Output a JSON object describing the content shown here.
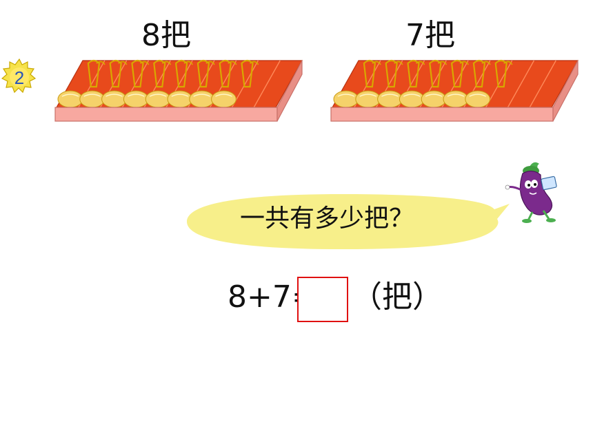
{
  "problem": {
    "number": "2",
    "left_group_label": "8把",
    "right_group_label": "7把",
    "left_count": 8,
    "right_count": 7,
    "slots_per_tray": 10
  },
  "speech": {
    "question": "一共有多少把？"
  },
  "equation": {
    "expression": "8+7=",
    "answer": "",
    "unit": "（把）"
  },
  "colors": {
    "tray_outer": "#f7a8a0",
    "tray_inner": "#e84a1c",
    "spoon": "#f5d26a",
    "bubble": "#f7ef8a",
    "answer_border": "#e01010",
    "badge": "#f6e24a"
  },
  "icons": {
    "badge": "number-badge-icon",
    "mascot": "eggplant-mascot-icon",
    "spoon": "spoon-icon"
  }
}
